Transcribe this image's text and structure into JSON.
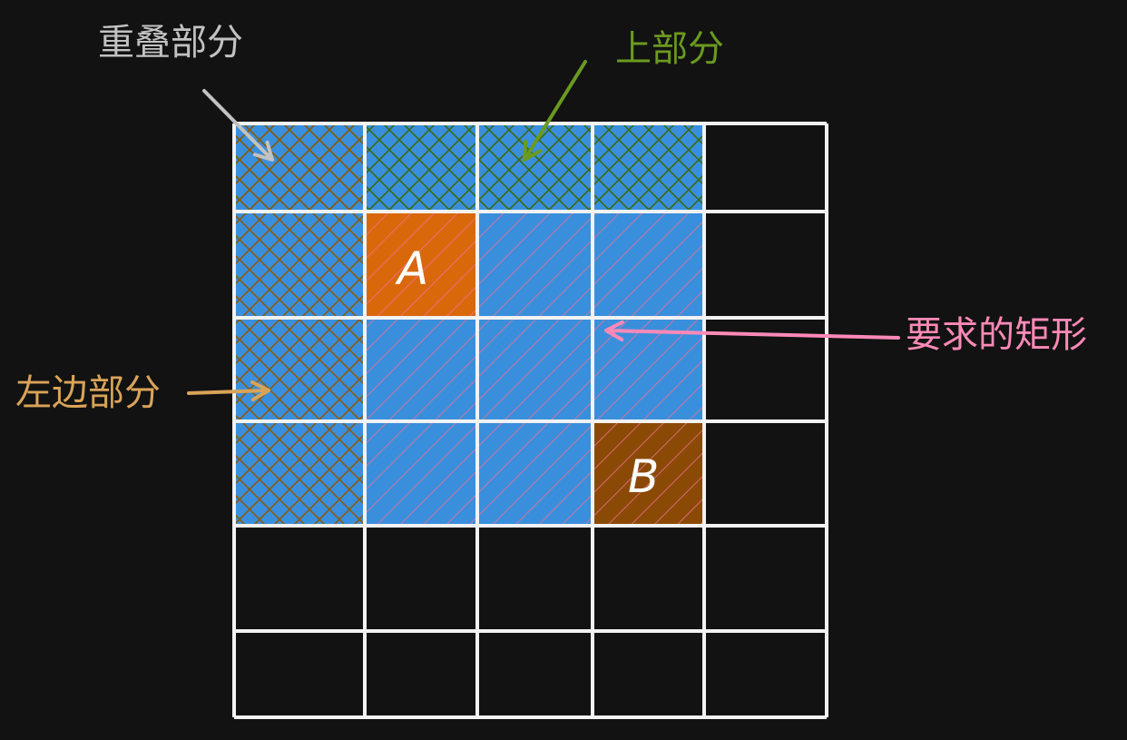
{
  "colors": {
    "background": "#121212",
    "grid_line": "#f2f2f2",
    "cell_fill": "#3a8fdc",
    "cell_a": "#d9680b",
    "cell_b": "#8a4a06",
    "overlap": "#c2c2c2",
    "top_part": "#6a9a1f",
    "left_part": "#d9a458",
    "target": "#ff8ab8",
    "hatch_top": "#3a6a10",
    "hatch_left": "#8a5a10",
    "hatch_target": "#f07090"
  },
  "labels": {
    "overlap": "重叠部分",
    "top": "上部分",
    "left": "左边部分",
    "target": "要求的矩形"
  },
  "cells": {
    "a": "A",
    "b": "B"
  },
  "grid": {
    "rows": 6,
    "cols": 5
  }
}
